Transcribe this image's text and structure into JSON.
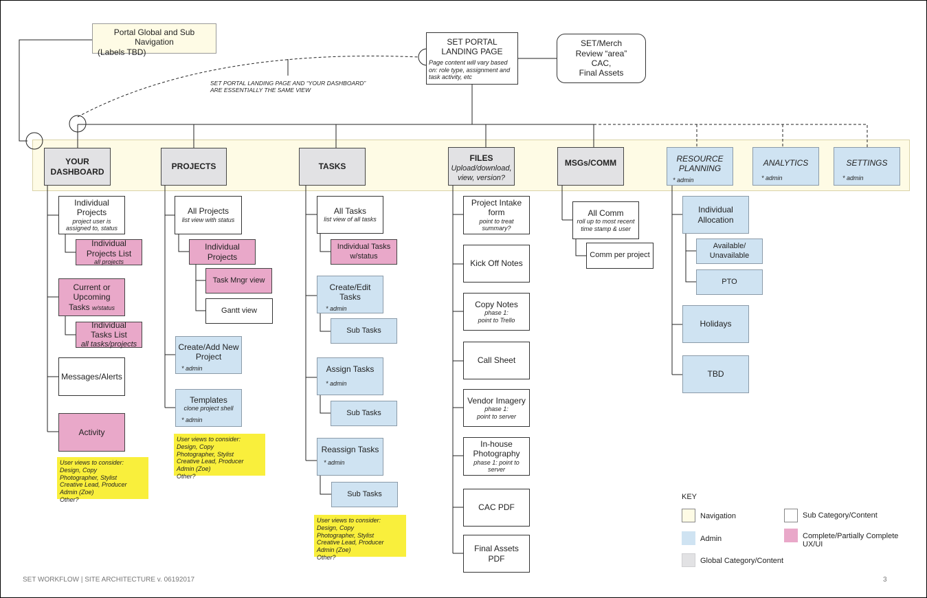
{
  "page": {
    "legend_nav": [
      "Portal Global and Sub Navigation",
      "(Labels TBD)"
    ],
    "footer": "SET WORKFLOW | SITE ARCHITECTURE v. 06192017",
    "page_number": "3"
  },
  "landing": {
    "title1": "SET PORTAL",
    "title2": "LANDING PAGE",
    "note": [
      "Page content will vary based",
      "on: role type, assignment and",
      "task activity, etc"
    ]
  },
  "review": [
    "SET/Merch",
    "Review “area”",
    "CAC,",
    "Final Assets"
  ],
  "same_view_note": [
    "SET PORTAL LANDING PAGE AND “YOUR DASHBOARD”",
    "ARE ESSENTIALLY THE SAME VIEW"
  ],
  "nav": {
    "dashboard": [
      "YOUR",
      "DASHBOARD"
    ],
    "projects": "PROJECTS",
    "tasks": "TASKS",
    "files": "FILES",
    "files_sub": [
      "Upload/download,",
      "view, version?"
    ],
    "msgs": "MSGs/COMM",
    "resource": [
      "RESOURCE",
      "PLANNING"
    ],
    "analytics": "ANALYTICS",
    "settings": "SETTINGS",
    "admin": "* admin"
  },
  "dashboard": {
    "indiv_projects": [
      "Individual",
      "Projects"
    ],
    "indiv_projects_note": [
      "project user is",
      "assigned to, status"
    ],
    "indiv_projects_list": [
      "Individual",
      "Projects List"
    ],
    "indiv_projects_list_note": "all projects",
    "current": [
      "Current or",
      "Upcoming"
    ],
    "current_tasks": "Tasks",
    "current_status": "w/status",
    "indiv_tasks_list": [
      "Individual",
      "Tasks List"
    ],
    "indiv_tasks_list_note": "all tasks/projects",
    "messages": "Messages/Alerts",
    "activity": "Activity"
  },
  "projects": {
    "all": "All Projects",
    "all_note": "list view with status",
    "individual": [
      "Individual",
      "Projects"
    ],
    "task_mngr": "Task Mngr view",
    "gantt": "Gantt view",
    "create": [
      "Create/Add New",
      "Project"
    ],
    "templates": "Templates",
    "templates_note": "clone project shell"
  },
  "tasks": {
    "all": "All Tasks",
    "all_note": "list view of all tasks",
    "individual": [
      "Individual Tasks",
      "w/status"
    ],
    "create_edit": "Create/Edit Tasks",
    "assign": "Assign Tasks",
    "reassign": "Reassign Tasks",
    "sub": "Sub Tasks"
  },
  "files": {
    "intake": [
      "Project Intake",
      "form"
    ],
    "intake_note": [
      "point to treat",
      "summary?"
    ],
    "kickoff": "Kick Off Notes",
    "copy": "Copy Notes",
    "copy_note": [
      "phase 1:",
      "point to Trello"
    ],
    "call_sheet": "Call Sheet",
    "vendor": "Vendor Imagery",
    "vendor_note": [
      "phase 1:",
      "point to server"
    ],
    "inhouse": [
      "In-house",
      "Photography"
    ],
    "inhouse_note": [
      "phase 1: point to",
      "server"
    ],
    "cac": "CAC PDF",
    "final": "Final Assets PDF"
  },
  "msgs": {
    "all": "All Comm",
    "all_note": [
      "roll up to most recent",
      "time stamp & user"
    ],
    "per_project": "Comm per project"
  },
  "resource": {
    "indiv_alloc": [
      "Individual",
      "Allocation"
    ],
    "available": [
      "Available/",
      "Unavailable"
    ],
    "pto": "PTO",
    "holidays": "Holidays",
    "tbd": "TBD"
  },
  "user_views": {
    "heading": "User views to consider:",
    "items": [
      "Design, Copy",
      "Photographer, Stylist",
      "Creative Lead, Producer",
      "Admin (Zoe)",
      "Other?"
    ]
  },
  "key": {
    "title": "KEY",
    "navigation": "Navigation",
    "admin": "Admin",
    "global": "Global Category/Content",
    "sub": "Sub Category/Content",
    "complete": [
      "Complete/Partially Complete",
      "UX/UI"
    ]
  },
  "colors": {
    "navigation": "#fefbe5",
    "admin": "#cfe3f2",
    "global": "#e2e2e4",
    "sub": "#ffffff",
    "complete": "#e9a8c9",
    "user_views": "#f9ef3c"
  }
}
